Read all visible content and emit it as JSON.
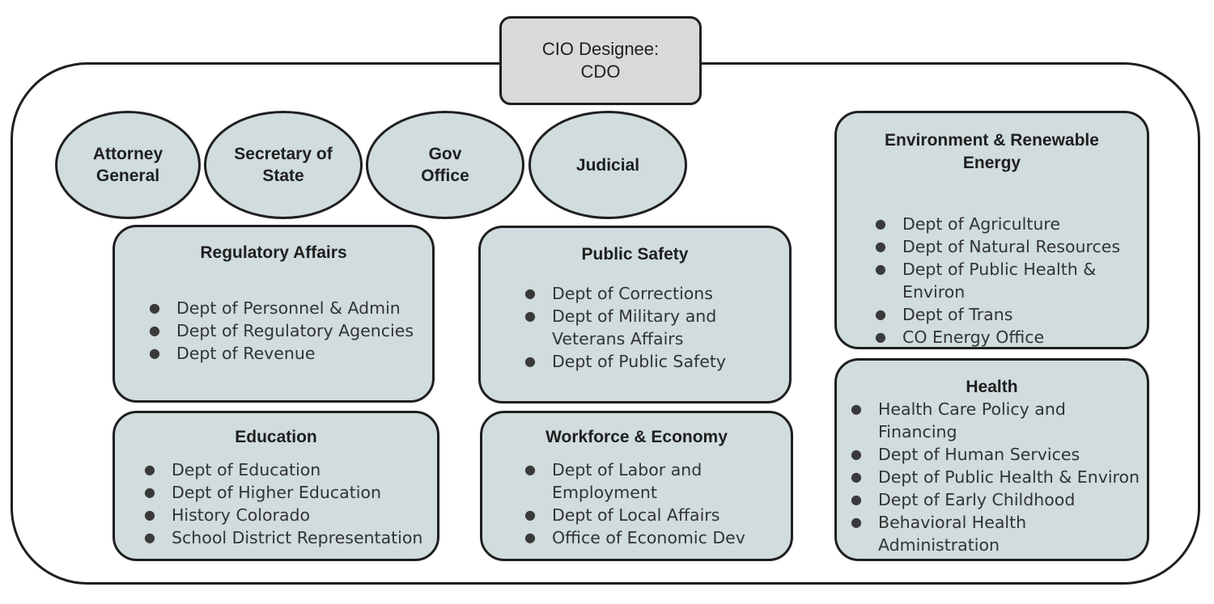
{
  "cio": {
    "line1": "CIO Designee:",
    "line2": "CDO"
  },
  "ovals": {
    "attorney_general": "Attorney General",
    "secretary_of_state": "Secretary of State",
    "gov_office": "Gov Office",
    "judicial": "Judicial"
  },
  "groups": {
    "regulatory_affairs": {
      "title": "Regulatory Affairs",
      "items": [
        "Dept of Personnel & Admin",
        "Dept of Regulatory Agencies",
        "Dept of Revenue"
      ]
    },
    "public_safety": {
      "title": "Public Safety",
      "items": [
        "Dept of Corrections",
        "Dept of Military and Veterans Affairs",
        "Dept of Public Safety"
      ]
    },
    "environment": {
      "title": "Environment & Renewable Energy",
      "items": [
        "Dept of Agriculture",
        "Dept of Natural Resources",
        "Dept of Public Health & Environ",
        "Dept of Trans",
        "CO Energy Office"
      ]
    },
    "education": {
      "title": "Education",
      "items": [
        "Dept of Education",
        "Dept of Higher Education",
        "History Colorado",
        "School District Representation"
      ]
    },
    "workforce": {
      "title": "Workforce & Economy",
      "items": [
        "Dept of Labor and Employment",
        "Dept of Local Affairs",
        "Office of Economic Dev"
      ]
    },
    "health": {
      "title": "Health",
      "items": [
        "Health Care Policy and Financing",
        "Dept of Human Services",
        "Dept of Public Health & Environ",
        "Dept of Early Childhood",
        "Behavioral Health Administration"
      ]
    }
  },
  "colors": {
    "node_fill": "#d0dcdd",
    "cio_fill": "#d9d9d9",
    "stroke": "#1f1f1f"
  },
  "bullet_glyph": "●"
}
